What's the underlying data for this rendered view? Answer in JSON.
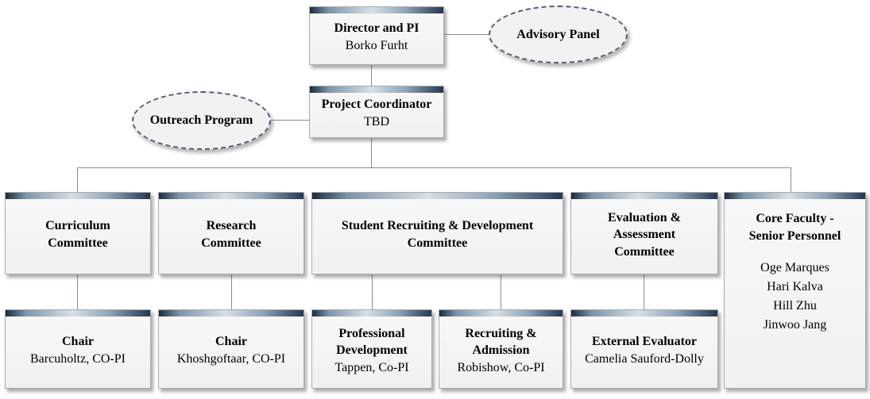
{
  "diagram": {
    "type": "organization-chart",
    "nodes": {
      "director": {
        "title": "Director and PI",
        "subtitle": "Borko Furht"
      },
      "advisory_panel": {
        "label": "Advisory Panel"
      },
      "coordinator": {
        "title": "Project Coordinator",
        "subtitle": "TBD"
      },
      "outreach_program": {
        "label": "Outreach Program"
      },
      "curriculum_committee": {
        "title": "Curriculum\nCommittee"
      },
      "research_committee": {
        "title": "Research\nCommittee"
      },
      "student_recruiting_committee": {
        "title": "Student Recruiting & Development\nCommittee"
      },
      "evaluation_committee": {
        "title": "Evaluation &\nAssessment\nCommittee"
      },
      "core_faculty": {
        "title": "Core Faculty -\nSenior Personnel",
        "members": [
          "Oge Marques",
          "Hari Kalva",
          "Hill Zhu",
          "Jinwoo Jang"
        ]
      },
      "curriculum_chair": {
        "title": "Chair",
        "subtitle": "Barcuholtz, CO-PI"
      },
      "research_chair": {
        "title": "Chair",
        "subtitle": "Khoshgoftaar, CO-PI"
      },
      "professional_development": {
        "title": "Professional\nDevelopment",
        "subtitle": "Tappen, Co-PI"
      },
      "recruiting_admission": {
        "title": "Recruiting &\nAdmission",
        "subtitle": "Robishow, Co-PI"
      },
      "external_evaluator": {
        "title": "External Evaluator",
        "subtitle": "Camelia Sauford-Dolly"
      }
    },
    "colors": {
      "accent_bar_dark": "#1d3044",
      "accent_bar_light": "#d6e0e8",
      "box_fill": "#f4f4f4",
      "box_border": "#ababab",
      "connector": "#7d8fa3",
      "ellipse_border": "#4f6076",
      "text": "#000000"
    }
  }
}
